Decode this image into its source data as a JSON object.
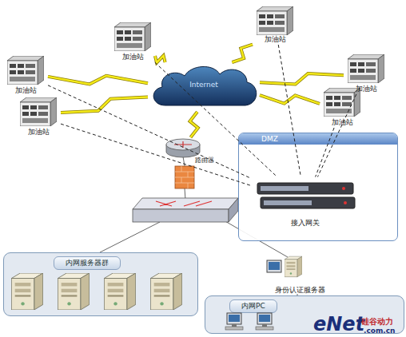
{
  "diagram": {
    "nodes": [
      {
        "text": [
          "加油站"
        ]
      },
      {
        "text": [
          "加油站"
        ]
      },
      {
        "text": [
          "加油站"
        ]
      },
      {
        "text": [
          "加油站"
        ]
      },
      {
        "text": [
          "加油站"
        ]
      },
      {
        "text": [
          "加油站"
        ]
      },
      {
        "text": [
          "Internet"
        ]
      },
      {
        "text": [
          "路由器"
        ]
      },
      {
        "text": [
          "DMZ"
        ]
      },
      {
        "text": [
          "接入网关"
        ],
        "in": 8
      },
      {
        "text": [
          "内网服务器群"
        ]
      },
      {
        "text": [
          "身份认证服务器"
        ]
      },
      {
        "text": [
          "内网PC"
        ]
      }
    ],
    "edges": [
      {
        "from": 0,
        "to": 6,
        "arrow": "none"
      },
      {
        "from": 1,
        "to": 6,
        "arrow": "none"
      },
      {
        "from": 2,
        "to": 6,
        "arrow": "none"
      },
      {
        "from": 3,
        "to": 6,
        "arrow": "none"
      },
      {
        "from": 4,
        "to": 6,
        "arrow": "none"
      },
      {
        "from": 5,
        "to": 6,
        "arrow": "none"
      },
      {
        "from": 6,
        "to": 7,
        "arrow": "none"
      },
      {
        "from": 0,
        "to": 9,
        "arrow": "none"
      },
      {
        "from": 1,
        "to": 9,
        "arrow": "none"
      },
      {
        "from": 2,
        "to": 9,
        "arrow": "none"
      },
      {
        "from": 3,
        "to": 9,
        "arrow": "none"
      },
      {
        "from": 4,
        "to": 9,
        "arrow": "none"
      },
      {
        "from": 5,
        "to": 9,
        "arrow": "none"
      }
    ],
    "labels": [
      "eNet",
      "硅谷动力",
      ".com.cn"
    ]
  }
}
